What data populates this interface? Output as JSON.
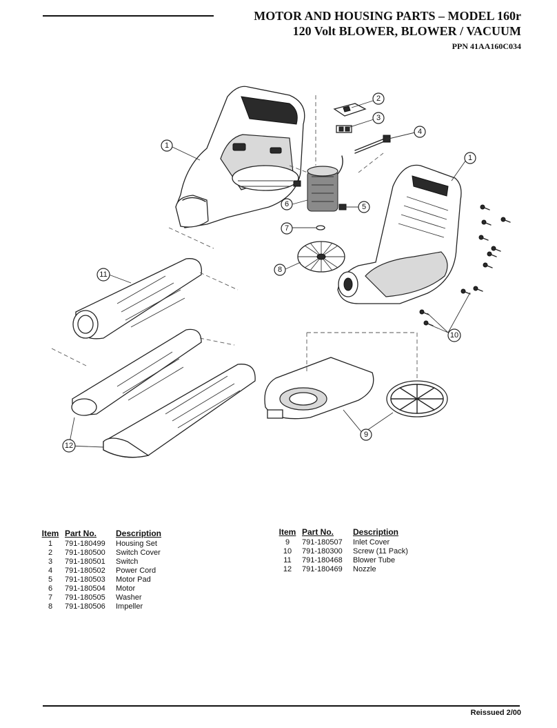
{
  "header": {
    "title_line1": "MOTOR AND HOUSING PARTS – MODEL 160r",
    "title_line2": "120 Volt BLOWER, BLOWER / VACUUM",
    "title_line3": "PPN 41AA160C034"
  },
  "callouts": [
    "1",
    "2",
    "3",
    "4",
    "1",
    "6",
    "5",
    "7",
    "8",
    "11",
    "10",
    "9",
    "12"
  ],
  "table_headers": {
    "item": "Item",
    "part_no": "Part No.",
    "description": "Description"
  },
  "parts_left": [
    {
      "item": "1",
      "part_no": "791-180499",
      "description": "Housing Set"
    },
    {
      "item": "2",
      "part_no": "791-180500",
      "description": "Switch Cover"
    },
    {
      "item": "3",
      "part_no": "791-180501",
      "description": "Switch"
    },
    {
      "item": "4",
      "part_no": "791-180502",
      "description": "Power Cord"
    },
    {
      "item": "5",
      "part_no": "791-180503",
      "description": "Motor Pad"
    },
    {
      "item": "6",
      "part_no": "791-180504",
      "description": "Motor"
    },
    {
      "item": "7",
      "part_no": "791-180505",
      "description": "Washer"
    },
    {
      "item": "8",
      "part_no": "791-180506",
      "description": "Impeller"
    }
  ],
  "parts_right": [
    {
      "item": "9",
      "part_no": "791-180507",
      "description": "Inlet Cover"
    },
    {
      "item": "10",
      "part_no": "791-180300",
      "description": "Screw (11 Pack)"
    },
    {
      "item": "11",
      "part_no": "791-180468",
      "description": "Blower Tube"
    },
    {
      "item": "12",
      "part_no": "791-180469",
      "description": "Nozzle"
    }
  ],
  "footer": {
    "text": "Reissued 2/00"
  }
}
